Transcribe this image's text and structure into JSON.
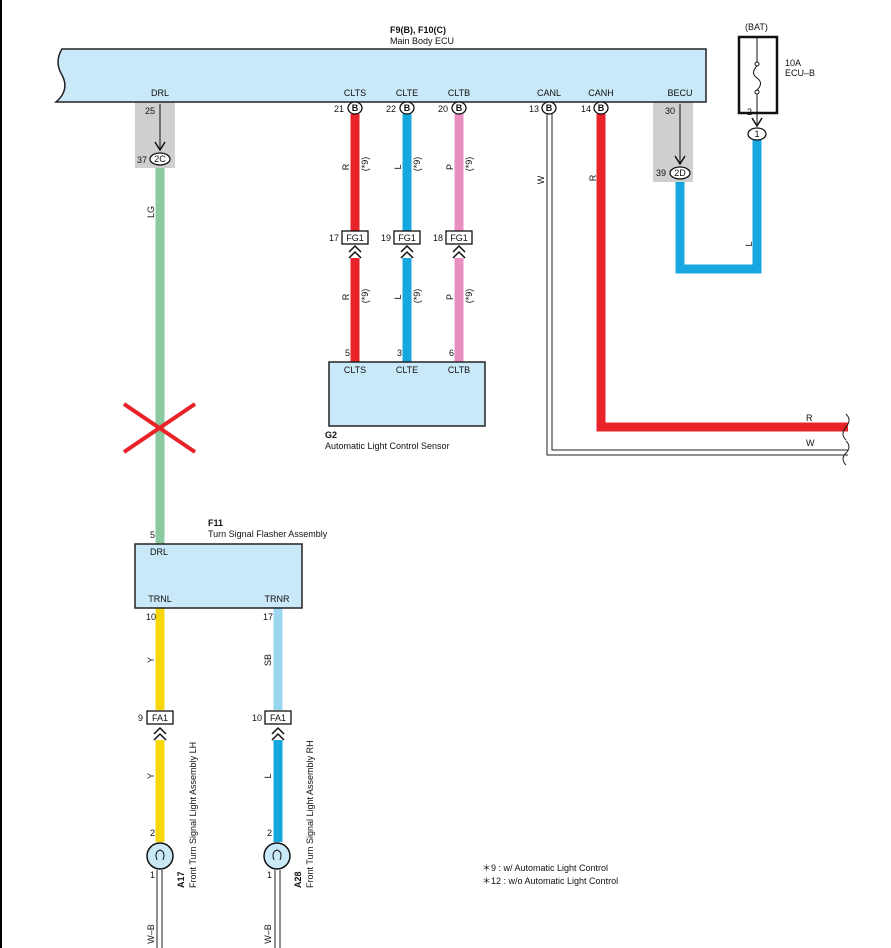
{
  "left_border": true,
  "main_ecu": {
    "title": "F9(B), F10(C)",
    "name": "Main Body ECU",
    "pins": {
      "drl": {
        "label": "DRL",
        "num": "25"
      },
      "clts": {
        "label": "CLTS",
        "num": "21",
        "conn": "B"
      },
      "clte": {
        "label": "CLTE",
        "num": "22",
        "conn": "B"
      },
      "cltb": {
        "label": "CLTB",
        "num": "20",
        "conn": "B"
      },
      "canl": {
        "label": "CANL",
        "num": "13",
        "conn": "B"
      },
      "canh": {
        "label": "CANH",
        "num": "14",
        "conn": "B"
      },
      "becu": {
        "label": "BECU",
        "num": "30"
      }
    },
    "joint_drl": {
      "num": "37",
      "label": "2C"
    },
    "joint_becu": {
      "num": "39",
      "label": "2D"
    }
  },
  "fuse": {
    "source": "(BAT)",
    "rating": "10A",
    "name": "ECU–B",
    "pin": "2",
    "conn": "1"
  },
  "wire_colors": {
    "LG": "#8cc8a0",
    "R": "#e8232a",
    "L": "#17a7e0",
    "P": "#e98ec0",
    "W": "#ffffff",
    "Y": "#f8d80c",
    "SB": "#9ad6ef",
    "WB": "#ffffff"
  },
  "wire_codes": {
    "drl": "LG",
    "clts": "R",
    "clte": "L",
    "cltb": "P",
    "canl": "W",
    "canh": "R",
    "becu": "L",
    "out_r": "R",
    "out_w": "W",
    "trnl": "Y",
    "trnr": "SB",
    "trnl_low": "Y",
    "trnr_low": "L",
    "gnd_l": "W–B",
    "gnd_r": "W–B"
  },
  "star_note": "(*9)",
  "fg1": [
    {
      "num": "17",
      "label": "FG1"
    },
    {
      "num": "19",
      "label": "FG1"
    },
    {
      "num": "18",
      "label": "FG1"
    }
  ],
  "sensor": {
    "code": "G2",
    "name": "Automatic Light Control Sensor",
    "pins": [
      {
        "num": "5",
        "label": "CLTS"
      },
      {
        "num": "3",
        "label": "CLTE"
      },
      {
        "num": "6",
        "label": "CLTB"
      }
    ]
  },
  "flasher": {
    "code": "F11",
    "name": "Turn Signal Flasher Assembly",
    "drl": {
      "num": "5",
      "label": "DRL"
    },
    "trnl": {
      "num": "10",
      "label": "TRNL"
    },
    "trnr": {
      "num": "17",
      "label": "TRNR"
    }
  },
  "fa1": [
    {
      "num": "9",
      "label": "FA1"
    },
    {
      "num": "10",
      "label": "FA1"
    }
  ],
  "lamp_lh": {
    "code": "A17",
    "name": "Front Turn Signal Light Assembly LH",
    "pin_top": "2",
    "pin_bot": "1"
  },
  "lamp_rh": {
    "code": "A28",
    "name": "Front Turn Signal Light Assembly RH",
    "pin_top": "2",
    "pin_bot": "1"
  },
  "notes": [
    "＊9 : w/ Automatic Light Control",
    "＊12 : w/o Automatic Light Control"
  ]
}
